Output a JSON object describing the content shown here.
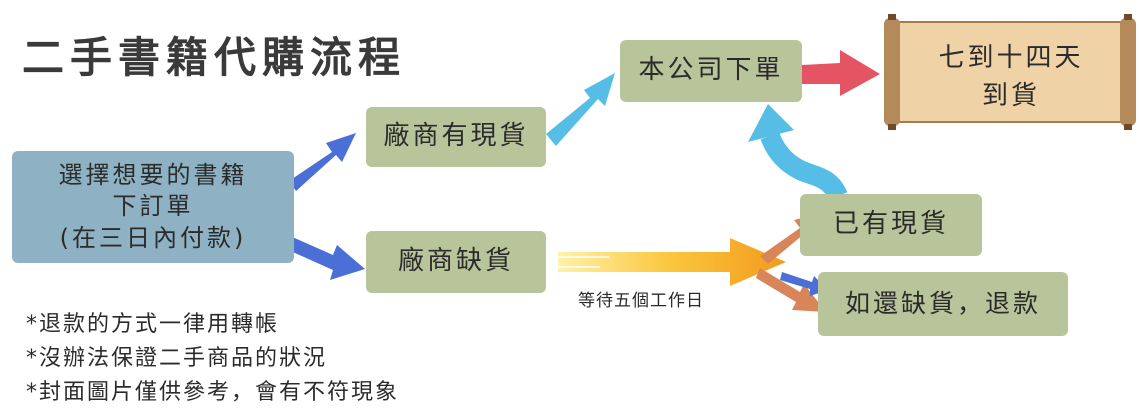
{
  "title": "二手書籍代購流程",
  "boxes": {
    "start": "選擇想要的書籍\n下訂單\n(在三日內付款)",
    "vendor_in_stock": "廠商有現貨",
    "vendor_out_of_stock": "廠商缺貨",
    "company_order": "本公司下單",
    "arrival": "七到十四天\n到貨",
    "now_in_stock": "已有現貨",
    "still_out": "如還缺貨，退款"
  },
  "wait_label": "等待五個工作日",
  "notes": [
    "*退款的方式一律用轉帳",
    "*沒辦法保證二手商品的狀況",
    "*封面圖片僅供參考，會有不符現象"
  ],
  "colors": {
    "blue_box": "#8eb2c4",
    "green_box": "#b8c49a",
    "arrow_blue": "#4a6fd6",
    "arrow_cyan": "#55bde6",
    "arrow_red": "#e45463",
    "arrow_orange": "#f6a623",
    "arrow_brown": "#d8855a",
    "scroll": "#efd3a7"
  }
}
